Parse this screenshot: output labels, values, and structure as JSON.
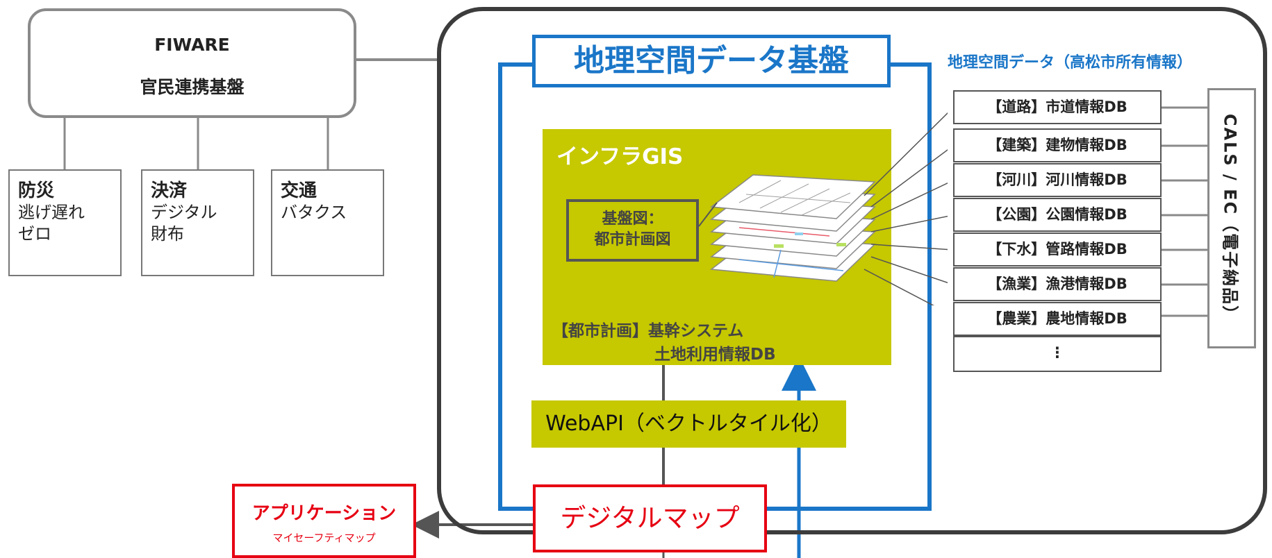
{
  "fiware": {
    "line1": "FIWARE",
    "line2": "官民連携基盤"
  },
  "services": [
    {
      "title": "防災",
      "desc1": "逃げ遅れ",
      "desc2": "ゼロ"
    },
    {
      "title": "決済",
      "desc1": "デジタル",
      "desc2": "財布"
    },
    {
      "title": "交通",
      "desc1": "バタクス",
      "desc2": ""
    }
  ],
  "geo_platform": {
    "title": "地理空間データ基盤"
  },
  "gis": {
    "title": "インフラGIS",
    "base_map_line1": "基盤図：",
    "base_map_line2": "都市計画図",
    "system_line1": "【都市計画】基幹システム",
    "system_line2": "土地利用情報DB"
  },
  "webapi": {
    "label": "WebAPI（ベクトルタイル化）"
  },
  "digital_map": {
    "label": "デジタルマップ"
  },
  "application": {
    "title": "アプリケーション",
    "subtitle": "マイセーフティマップ"
  },
  "geo_data": {
    "title": "地理空間データ（高松市所有情報）",
    "databases": [
      "【道路】市道情報DB",
      "【建築】建物情報DB",
      "【河川】河川情報DB",
      "【公園】公園情報DB",
      "【下水】管路情報DB",
      "【漁業】漁港情報DB",
      "【農業】農地情報DB",
      "⋮"
    ]
  },
  "cals": {
    "label": "CALS / EC（電子納品）"
  },
  "colors": {
    "blue": "#1a76c8",
    "olive": "#c6c800",
    "red": "#e60012",
    "gray": "#8a8a8a",
    "dark": "#3c3c3c"
  }
}
